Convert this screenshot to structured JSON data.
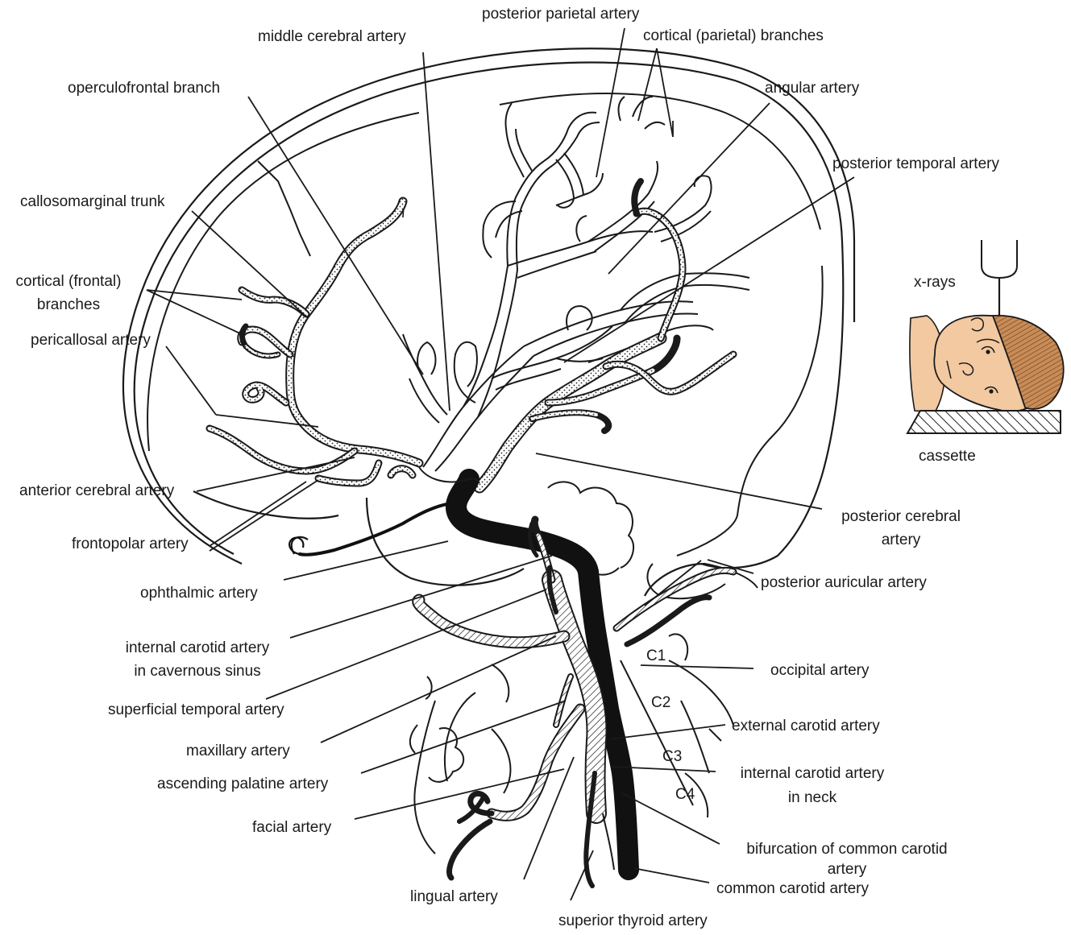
{
  "labels": {
    "posterior_parietal_artery": "posterior parietal artery",
    "middle_cerebral_artery": "middle cerebral artery",
    "cortical_parietal_branches": "cortical (parietal) branches",
    "operculofrontal_branch": "operculofrontal branch",
    "angular_artery": "angular artery",
    "posterior_temporal_artery": "posterior temporal artery",
    "callosomarginal_trunk": "callosomarginal trunk",
    "cortical_frontal_line1": "cortical (frontal)",
    "cortical_frontal_line2": "branches",
    "pericallosal_artery": "pericallosal artery",
    "anterior_cerebral_artery": "anterior cerebral artery",
    "frontopolar_artery": "frontopolar artery",
    "ophthalmic_artery": "ophthalmic artery",
    "posterior_cerebral_line1": "posterior cerebral",
    "posterior_cerebral_line2": "artery",
    "posterior_auricular_artery": "posterior auricular artery",
    "internal_carotid_cavernous_line1": "internal carotid artery",
    "internal_carotid_cavernous_line2": "in cavernous sinus",
    "occipital_artery": "occipital artery",
    "superficial_temporal_artery": "superficial temporal artery",
    "external_carotid_artery": "external carotid artery",
    "maxillary_artery": "maxillary artery",
    "internal_carotid_neck_line1": "internal carotid artery",
    "internal_carotid_neck_line2": "in neck",
    "ascending_palatine_artery": "ascending palatine artery",
    "facial_artery": "facial artery",
    "bifurcation_line1": "bifurcation of common carotid",
    "bifurcation_line2": "artery",
    "common_carotid_artery": "common carotid artery",
    "lingual_artery": "lingual artery",
    "superior_thyroid_artery": "superior thyroid artery",
    "x_rays": "x-rays",
    "cassette": "cassette"
  },
  "vertebrae": [
    "C1",
    "C2",
    "C3",
    "C4"
  ],
  "colors": {
    "line": "#1a1a1a",
    "background": "#ffffff",
    "skin": "#f2c9a0",
    "hair": "#b97a4a"
  }
}
